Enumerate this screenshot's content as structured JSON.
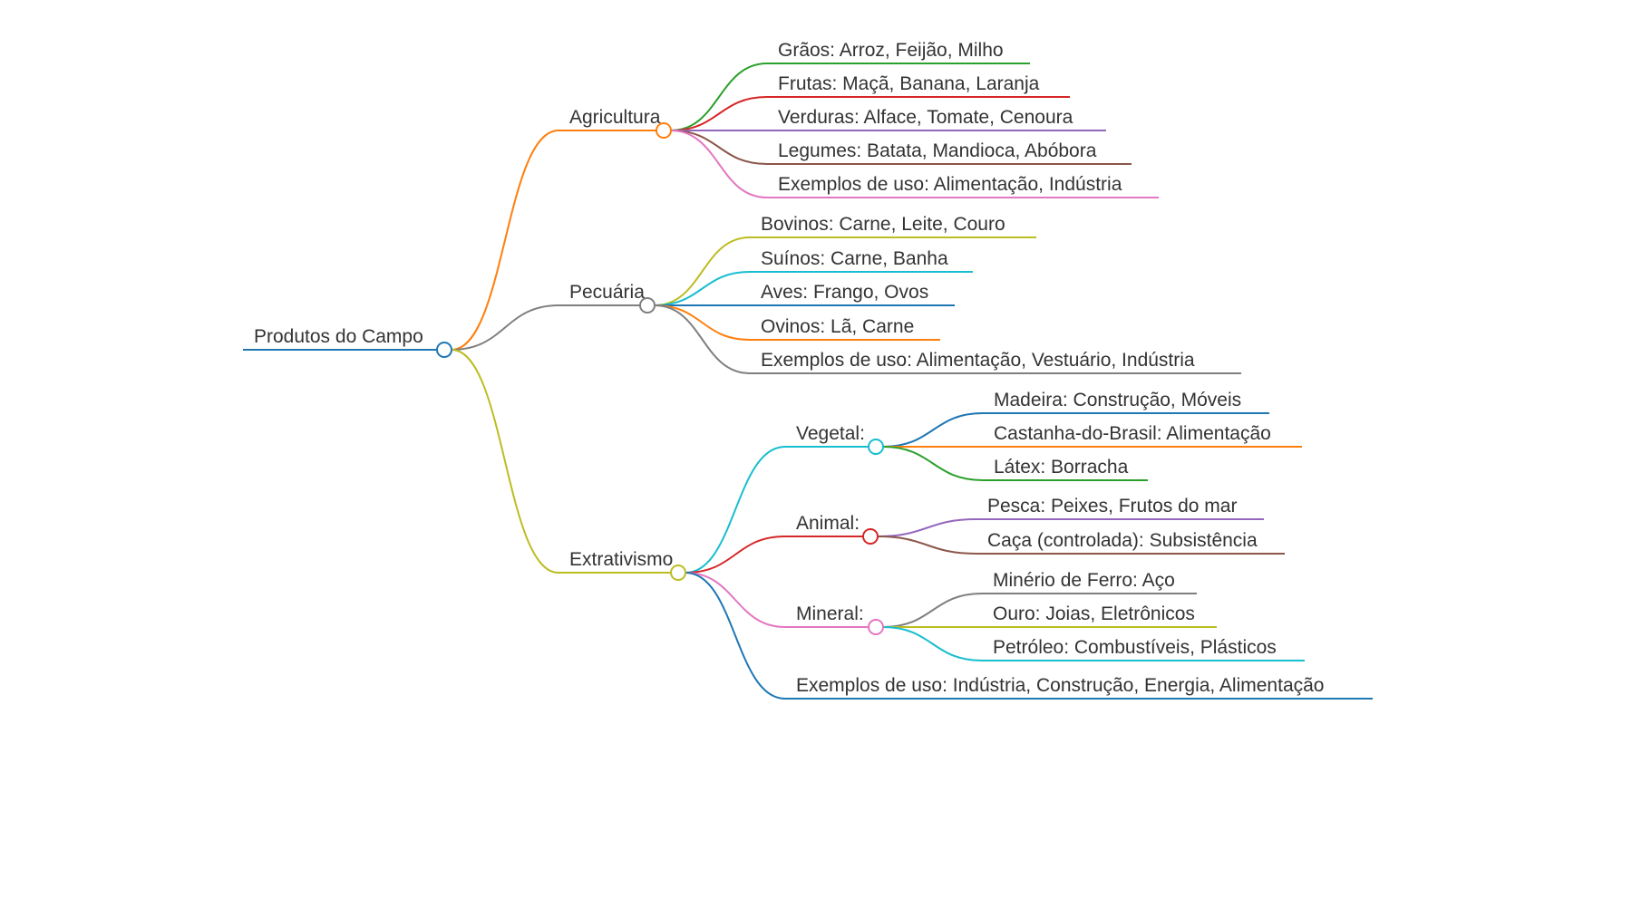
{
  "mindmap": {
    "root": {
      "id": "root",
      "label": "Produtos do Campo",
      "color": "#1f77b4",
      "children": [
        {
          "id": "agricultura",
          "label": "Agricultura",
          "color": "#ff7f0e",
          "children": [
            {
              "id": "graos",
              "label": "Grãos: Arroz, Feijão, Milho",
              "color": "#2ca02c"
            },
            {
              "id": "frutas",
              "label": "Frutas: Maçã, Banana, Laranja",
              "color": "#d62728"
            },
            {
              "id": "verduras",
              "label": "Verduras: Alface, Tomate, Cenoura",
              "color": "#9467bd"
            },
            {
              "id": "legumes",
              "label": "Legumes: Batata, Mandioca, Abóbora",
              "color": "#8c564b"
            },
            {
              "id": "agri-uso",
              "label": "Exemplos de uso: Alimentação, Indústria",
              "color": "#e377c2"
            }
          ]
        },
        {
          "id": "pecuaria",
          "label": "Pecuária",
          "color": "#7f7f7f",
          "children": [
            {
              "id": "bovinos",
              "label": "Bovinos: Carne, Leite, Couro",
              "color": "#bcbd22"
            },
            {
              "id": "suinos",
              "label": "Suínos: Carne, Banha",
              "color": "#17becf"
            },
            {
              "id": "aves",
              "label": "Aves: Frango, Ovos",
              "color": "#1f77b4"
            },
            {
              "id": "ovinos",
              "label": "Ovinos: Lã, Carne",
              "color": "#ff7f0e"
            },
            {
              "id": "pec-uso",
              "label": "Exemplos de uso: Alimentação, Vestuário, Indústria",
              "color": "#7f7f7f"
            }
          ]
        },
        {
          "id": "extrativismo",
          "label": "Extrativismo",
          "color": "#bcbd22",
          "children": [
            {
              "id": "vegetal",
              "label": "Vegetal:",
              "color": "#17becf",
              "children": [
                {
                  "id": "madeira",
                  "label": "Madeira: Construção, Móveis",
                  "color": "#1f77b4"
                },
                {
                  "id": "castanha",
                  "label": "Castanha-do-Brasil: Alimentação",
                  "color": "#ff7f0e"
                },
                {
                  "id": "latex",
                  "label": "Látex: Borracha",
                  "color": "#2ca02c"
                }
              ]
            },
            {
              "id": "animal",
              "label": "Animal:",
              "color": "#d62728",
              "children": [
                {
                  "id": "pesca",
                  "label": "Pesca: Peixes, Frutos do mar",
                  "color": "#9467bd"
                },
                {
                  "id": "caca",
                  "label": "Caça (controlada): Subsistência",
                  "color": "#8c564b"
                }
              ]
            },
            {
              "id": "mineral",
              "label": "Mineral:",
              "color": "#e377c2",
              "children": [
                {
                  "id": "minerio",
                  "label": "Minério de Ferro: Aço",
                  "color": "#7f7f7f"
                },
                {
                  "id": "ouro",
                  "label": "Ouro: Joias, Eletrônicos",
                  "color": "#bcbd22"
                },
                {
                  "id": "petroleo",
                  "label": "Petróleo: Combustíveis, Plásticos",
                  "color": "#17becf"
                }
              ]
            },
            {
              "id": "ext-uso",
              "label": "Exemplos de uso: Indústria, Construção, Energia, Alimentação",
              "color": "#1f77b4"
            }
          ]
        }
      ]
    }
  }
}
